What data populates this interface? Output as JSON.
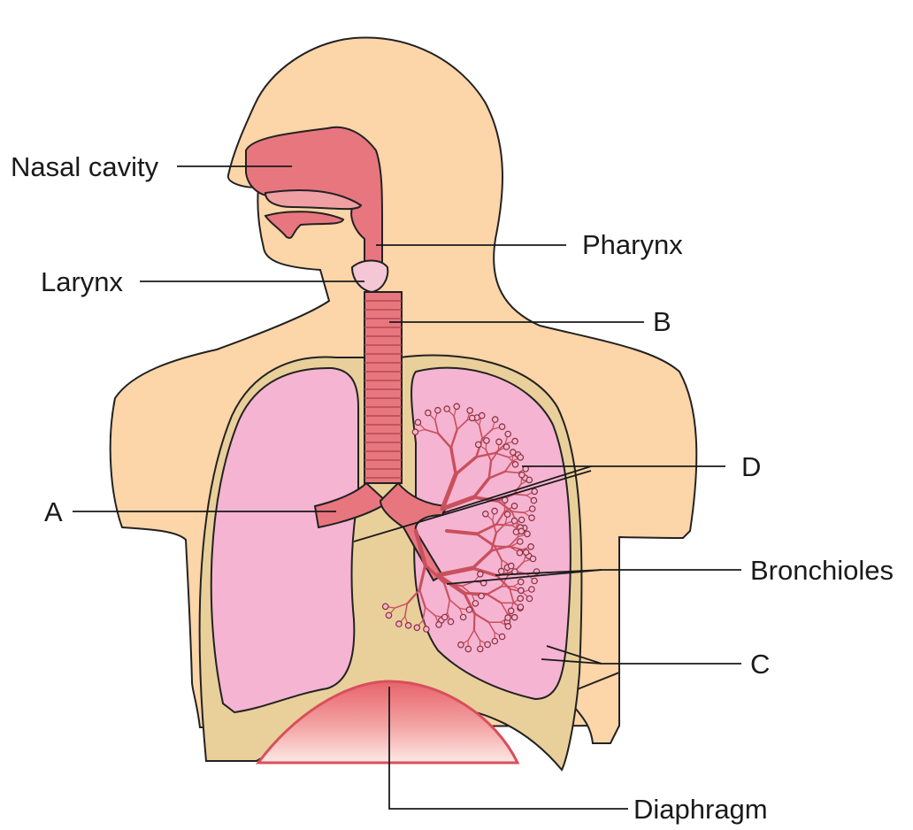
{
  "labels": {
    "nasal_cavity": "Nasal cavity",
    "pharynx": "Pharynx",
    "larynx": "Larynx",
    "b": "B",
    "d": "D",
    "a": "A",
    "bronchioles": "Bronchioles",
    "c": "C",
    "diaphragm": "Diaphragm"
  },
  "colors": {
    "skin": "#fcd5a8",
    "airway": "#e8767f",
    "airway_light": "#f0a0a3",
    "lung": "#f5b4d2",
    "pleura": "#e9cf9a",
    "diaphragm": "#e8636c"
  }
}
